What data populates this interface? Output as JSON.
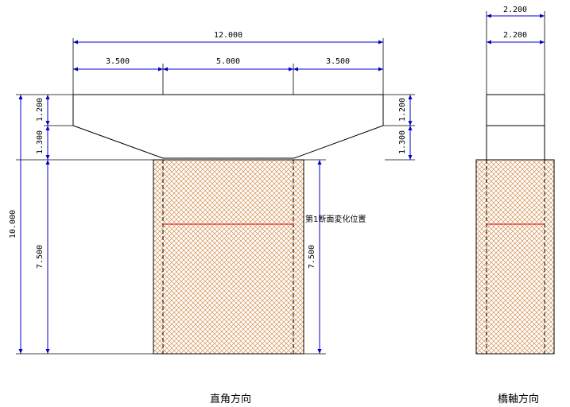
{
  "dimensions": {
    "top_total": "12.000",
    "top_left": "3.500",
    "top_mid": "5.000",
    "top_right": "3.500",
    "left_total": "10.000",
    "left_h1": "1.200",
    "left_h2": "1.300",
    "left_shaft": "7.500",
    "right_h1": "1.200",
    "right_h2": "1.300",
    "right_shaft": "7.500",
    "side_w1": "2.200",
    "side_w2": "2.200"
  },
  "annotation": {
    "section_change": "第1断面変化位置"
  },
  "captions": {
    "front": "直角方向",
    "side": "橋軸方向"
  },
  "colors": {
    "dimension": "#0000cc",
    "section_line": "#dd0000",
    "hatch": "#cc7a2e",
    "outline": "#000000"
  }
}
